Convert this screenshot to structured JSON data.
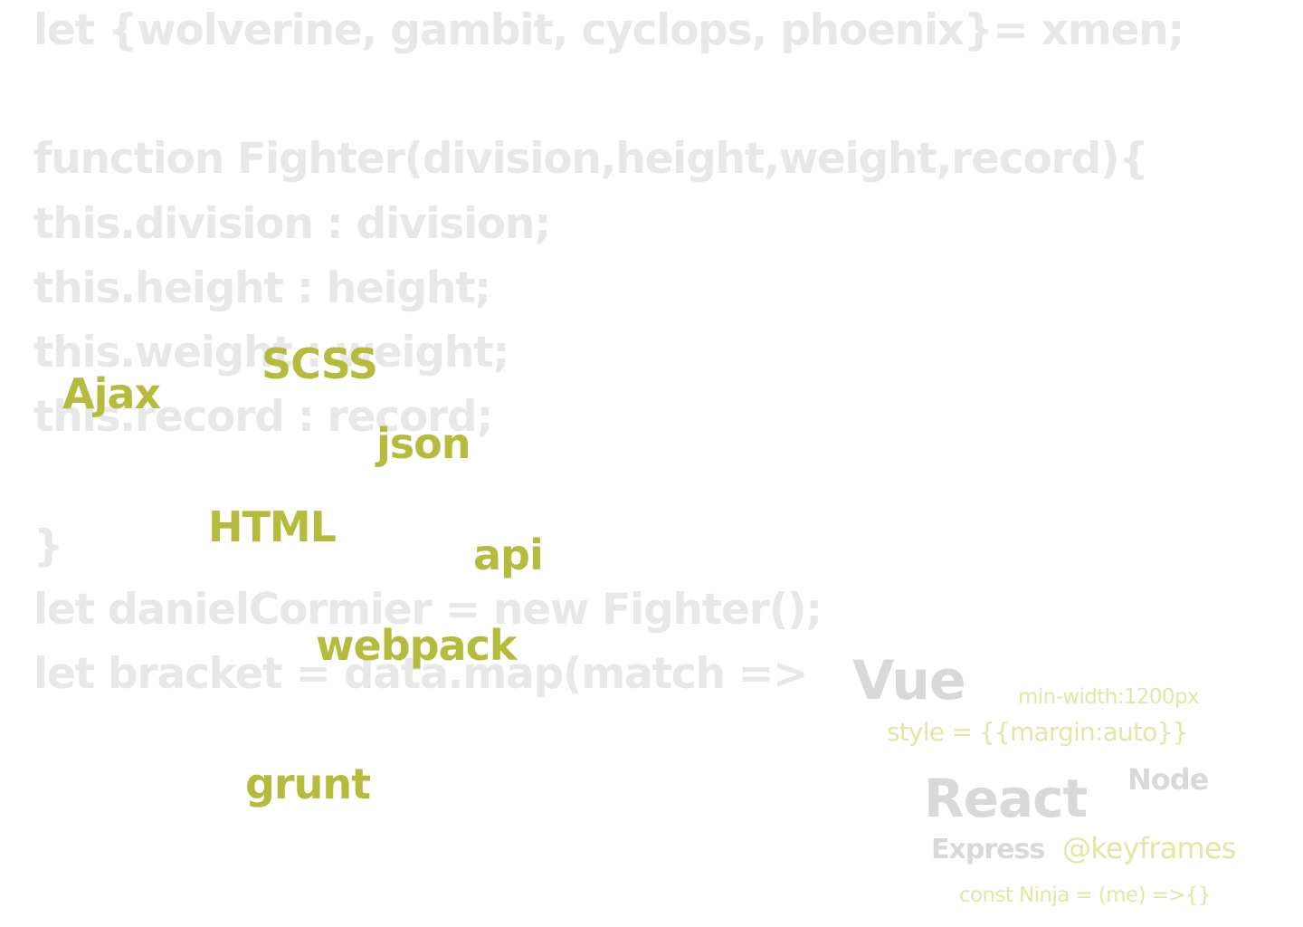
{
  "code_lines": [
    "let {wolverine, gambit, cyclops, phoenix}= xmen;",
    "function Fighter(division,height,weight,record){",
    "this.division : division;",
    "this.height : height;",
    "this.weight : weight;",
    "this.record : record;",
    "}",
    "let danielCormier = new Fighter();",
    "let bracket = data.map(match =>"
  ],
  "keywords": {
    "ajax": "Ajax",
    "scss": "SCSS",
    "json": "json",
    "html": "HTML",
    "api": "api",
    "webpack": "webpack",
    "grunt": "grunt"
  },
  "tech": {
    "vue": "Vue",
    "react": "React",
    "node": "Node",
    "express": "Express"
  },
  "snippets": {
    "min_width": "min-width:1200px",
    "style": "style = {{margin:auto}}",
    "keyframes": "@keyframes",
    "ninja": "const Ninja = (me) =>{}"
  },
  "colors": {
    "background": "#ffffff",
    "code_text": "#e8e8e8",
    "keyword_green": "#b5bb3c",
    "tech_grey": "#d9d9d9",
    "snippet_light_green": "#e3e7a6"
  }
}
